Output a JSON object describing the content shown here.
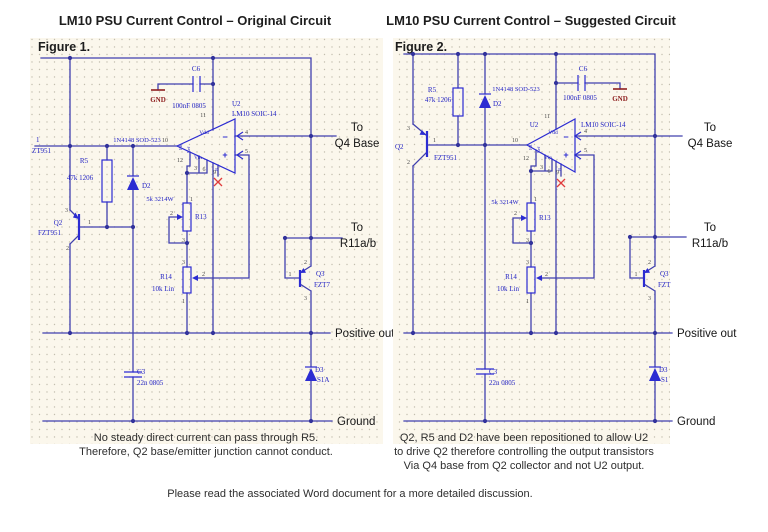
{
  "colors": {
    "canvas": "#fbf7ec",
    "wire": "#4040ae",
    "component": "#2c2cd2",
    "component_label": "#2323c4",
    "gnd_text": "#8e1f1f",
    "no_connect_x": "#e03c3c"
  },
  "shared": {
    "pins": {
      "p1": "1",
      "p2": "2",
      "p3": "3",
      "p4": "4",
      "p5": "5",
      "p6": "6",
      "p9": "9",
      "p10": "10",
      "p11": "11",
      "p12": "12"
    },
    "opamp": {
      "vdd": "Vdd",
      "vin": "Vin",
      "ref": "Ref",
      "fb": "FB",
      "b": "B",
      "minus": "−",
      "plus": "+"
    },
    "gnd": "GND",
    "footer": "Please read the associated Word document for a more detailed discussion."
  },
  "fig1": {
    "title": "LM10 PSU Current Control – Original Circuit",
    "figure_label": "Figure 1.",
    "captions": {
      "line1": "No steady direct current can pass through R5.",
      "line2": "Therefore, Q2 base/emitter junction cannot conduct."
    },
    "ports": {
      "to": "To",
      "q4_base": "Q4 Base",
      "r11ab": "R11a/b",
      "positive": "Positive out",
      "ground": "Ground"
    },
    "components": {
      "q1_clip_ref": "1",
      "q1_clip_val": "ZT951",
      "c6_ref": "C6",
      "c6_val": "100nF 0805",
      "u2_ref": "U2",
      "u2_val": "LM10 SOIC-14",
      "d2_ref": "D2",
      "d2_val": "1N4148 SOD-523",
      "r5_ref": "R5",
      "r5_val": "47k 1206",
      "q2_ref": "Q2",
      "q2_val": "FZT951",
      "r13_ref": "R13",
      "r13_val": "5k 3214W",
      "r14_ref": "R14",
      "r14_val": "10k Lin",
      "q3_ref": "Q3",
      "q3_val": "FZT7",
      "d3_ref": "D3",
      "d3_val": "S1A",
      "c3_ref": "C3",
      "c3_val": "22n 0805"
    }
  },
  "fig2": {
    "title": "LM10 PSU Current Control – Suggested Circuit",
    "figure_label": "Figure 2.",
    "captions": {
      "line1": "Q2, R5 and D2 have been repositioned to allow U2",
      "line2": "to drive Q2 therefore controlling the output transistors",
      "line3": "Via Q4 base from Q2 collector and not U2 output."
    },
    "ports": {
      "to": "To",
      "q4_base": "Q4 Base",
      "r11ab": "R11a/b",
      "positive": "Positive out",
      "ground": "Ground"
    },
    "components": {
      "c6_ref": "C6",
      "c6_val": "100nF 0805",
      "u2_ref": "U2",
      "u2_val": "LM10 SOIC-14",
      "d2_ref": "D2",
      "d2_val": "1N4148 SOD-523",
      "r5_ref": "R5",
      "r5_val": "47k 1206",
      "q2_ref": "Q2",
      "q2_val": "FZT951",
      "r13_ref": "R13",
      "r13_val": "5k 3214W",
      "r14_ref": "R14",
      "r14_val": "10k Lin",
      "q3_ref": "Q3",
      "q3_val": "FZT",
      "d3_ref": "D3",
      "d3_val": "S1",
      "c3_ref": "C3",
      "c3_val": "22n 0805"
    }
  }
}
